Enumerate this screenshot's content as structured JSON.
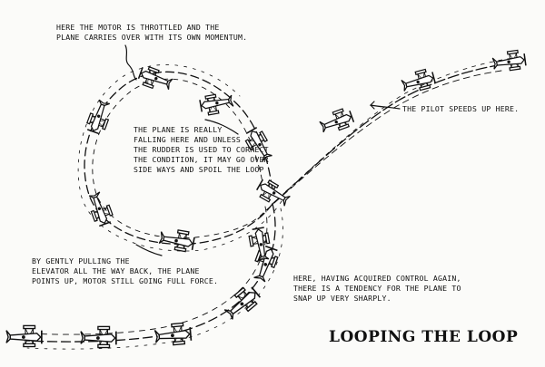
{
  "title": "LOOPING THE LOOP",
  "annotations": {
    "throttled": [
      "HERE THE MOTOR IS THROTTLED AND THE",
      "PLANE CARRIES OVER WITH ITS OWN MOMENTUM."
    ],
    "falling": [
      "THE PLANE IS REALLY",
      "FALLING HERE AND UNLESS",
      "THE RUDDER IS USED TO CORRECT",
      "THE CONDITION, IT MAY GO OVER",
      "SIDE WAYS AND SPOIL THE LOOP"
    ],
    "speeds_up": [
      "THE PILOT SPEEDS UP HERE."
    ],
    "pulling": [
      "BY GENTLY PULLING THE",
      "ELEVATOR ALL THE WAY BACK, THE PLANE",
      "POINTS UP, MOTOR STILL GOING FULL FORCE."
    ],
    "control": [
      "HERE, HAVING ACQUIRED CONTROL AGAIN,",
      "THERE IS A TENDENCY FOR THE PLANE TO",
      "SNAP UP VERY SHARPLY."
    ]
  },
  "ink_color": "#111111",
  "paper_color": "#fbfbf9"
}
